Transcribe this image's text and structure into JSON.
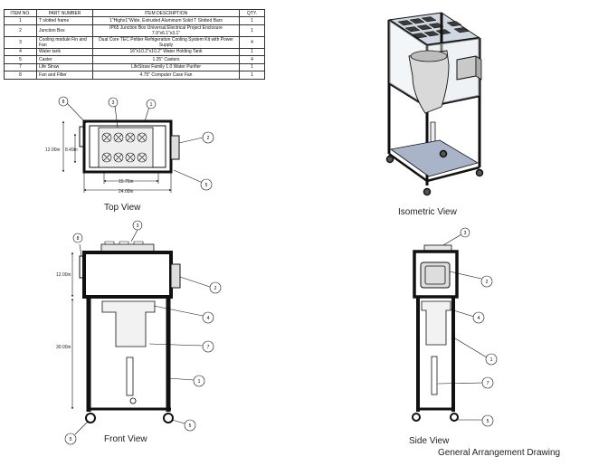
{
  "bom": {
    "headers": [
      "ITEM NO.",
      "PART NUMBER",
      "ITEM DESCRIPTION",
      "QTY."
    ],
    "rows": [
      [
        "1",
        "T slotted frame",
        "1\"Highx1\"Wide, Extruded Aluminum Solid T Slotted Bars",
        "1"
      ],
      [
        "2",
        "Junction Box",
        "IP65 Junction Box Universal Electrical Project Enclosure 7.9\"x6.1\"x3.1\"",
        "1"
      ],
      [
        "3",
        "Cooling module Fin and Fan",
        "Dual Core TEC Peltier Refrigeration Cooling System Kit with Power Supply",
        "4"
      ],
      [
        "4",
        "Water tank",
        "16\"x10.2\"x10.2\" Water Holding Tank",
        "1"
      ],
      [
        "5",
        "Caster",
        "1.25\" Casters",
        "4"
      ],
      [
        "7",
        "Life Straw",
        "LifeStraw Family 1.0 Water Purifier",
        "1"
      ],
      [
        "8",
        "Fan and Filter",
        "4.75\" Computer Case Fan",
        "1"
      ]
    ]
  },
  "views": {
    "top": "Top View",
    "front": "Front View",
    "side": "Side View",
    "isometric": "Isometric View"
  },
  "drawing_title": "General Arrangement Drawing",
  "dimensions": {
    "top_depth": "12.00in",
    "top_inner_depth": "8.49in",
    "top_inner_width": "15.75in",
    "top_width": "24.00in",
    "front_upper_height": "12.00in",
    "front_lower_height": "30.00in"
  },
  "balloons": {
    "top_frame": "1",
    "top_junction_box": "2",
    "top_cooling": "3",
    "top_caster": "5",
    "top_fan": "8",
    "front_cooling": "3",
    "front_fan": "8",
    "front_junction_box": "2",
    "front_tank": "4",
    "front_straw": "7",
    "front_frame": "1",
    "front_caster_left": "5",
    "front_caster_right": "5",
    "side_cooling": "3",
    "side_junction_box": "2",
    "side_tank": "4",
    "side_frame": "1",
    "side_straw": "7",
    "side_caster": "5"
  }
}
